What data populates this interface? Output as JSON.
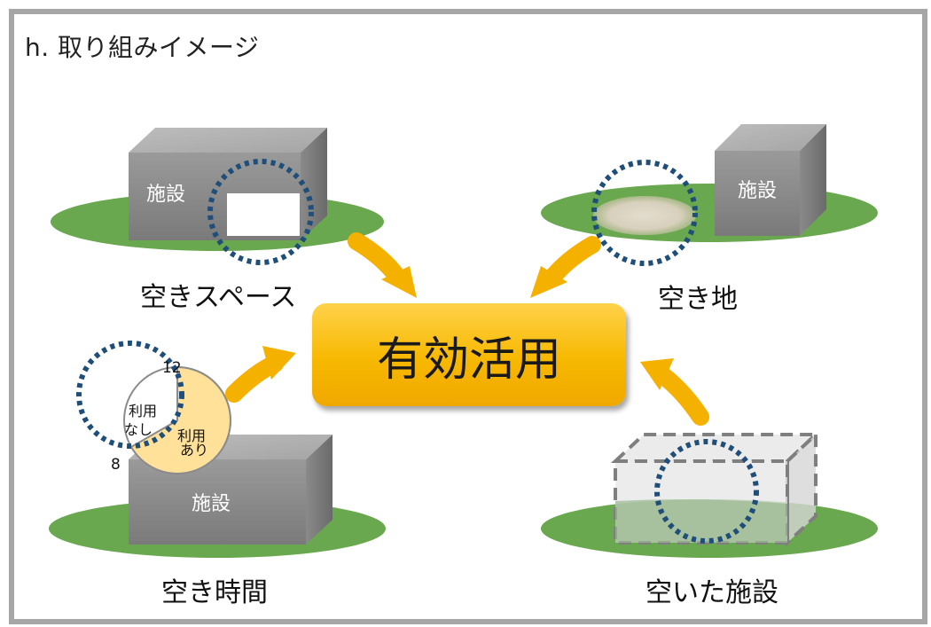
{
  "title": "h. 取り組みイメージ",
  "center": "有効活用",
  "labels": {
    "space": "空きスペース",
    "land": "空き地",
    "time": "空き時間",
    "vacant_facility": "空いた施設"
  },
  "facility": "施設",
  "clock": {
    "top": "12",
    "bottom_left": "8",
    "unused": [
      "利用",
      "なし"
    ],
    "used": [
      "利用",
      "あり"
    ]
  },
  "colors": {
    "ground": "#6aa84f",
    "box_front": "#8c8c8c",
    "dotted_circle": "#1f4e79",
    "arrow": "#f5b100",
    "center": "#f7b800",
    "clock_used": "#ffe199"
  }
}
